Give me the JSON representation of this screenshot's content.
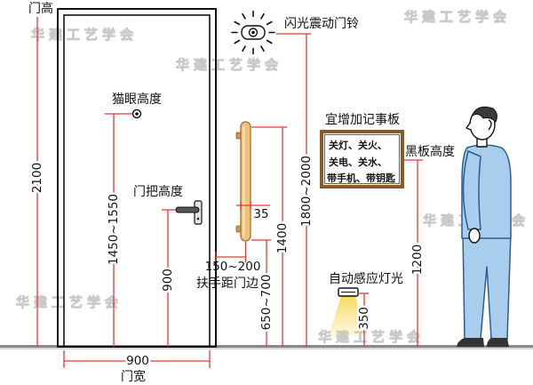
{
  "colors": {
    "dimension_line": "#e53935",
    "outline": "#111111",
    "handrail": "#f2c27d",
    "board_frame": "#8b5a2b",
    "clothing": "#a9cdec",
    "light_beam": "#f6d85a",
    "floor": "#8a8a8a",
    "watermark": "#efefef"
  },
  "icons": {
    "peephole": "peephole-icon",
    "door_handle": "door-handle-icon",
    "doorbell": "flash-doorbell-icon",
    "handrail": "grab-bar-icon",
    "sensor_light": "sensor-light-icon",
    "person": "person-icon"
  },
  "door": {
    "height_label": "门高",
    "height_value": "2100",
    "width_value": "900",
    "width_label": "门宽"
  },
  "peephole": {
    "label": "猫眼高度",
    "height_value": "1450~1550"
  },
  "door_handle": {
    "label": "门把高度",
    "height_value": "900"
  },
  "handrail": {
    "diameter_value": "35",
    "distance_value": "150~200",
    "distance_label": "扶手距门边",
    "top_height_value": "1400",
    "bottom_height_value": "650~700"
  },
  "doorbell": {
    "label": "闪光震动门铃",
    "height_value": "1800~2000"
  },
  "notice_board": {
    "label": "宜增加记事板",
    "lines": [
      "关灯、关火、",
      "关电、关水、",
      "带手机、带钥匙"
    ],
    "height_label": "黑板高度",
    "height_value": "1200"
  },
  "sensor_light": {
    "label": "自动感应灯光",
    "height_value": "350"
  },
  "watermark": "华建工艺学会"
}
